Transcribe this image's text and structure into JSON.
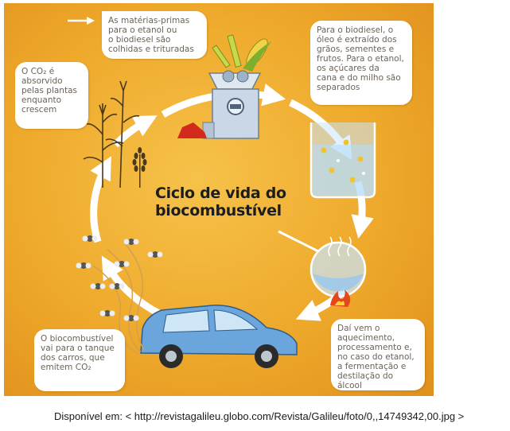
{
  "title": {
    "line1": "Ciclo de vida do",
    "line2": "biocombustível"
  },
  "notes": {
    "top": [
      "As matérias-primas",
      "para o etanol ou",
      "o biodiesel são",
      "colhidas e trituradas"
    ],
    "top_right": [
      "Para o biodiesel, o",
      "óleo é extraído dos",
      "grãos, sementes e",
      "frutos. Para o etanol,",
      "os açúcares da",
      "cana e do milho são",
      "separados"
    ],
    "left": [
      "O CO₂ é",
      "absorvido",
      "pelas plantas",
      "enquanto",
      "crescem"
    ],
    "bottom_left": [
      "O biocombustível",
      "vai para o tanque",
      "dos carros, que",
      "emitem CO₂"
    ],
    "bottom_right": [
      "Daí vem o",
      "aquecimento,",
      "processamento e,",
      "no caso do etanol,",
      "a fermentação e",
      "destilação do álcool"
    ]
  },
  "caption": "Disponível em: < http://revistagalileu.globo.com/Revista/Galileu/foto/0,,14749342,00.jpg >",
  "colors": {
    "background": "#eea92b",
    "cycle_arrow": "#ffffff",
    "car": "#6aa6dc",
    "crusher": "#c9d7e6",
    "residue": "#d42a1e",
    "title_text": "#1d1d1d",
    "note_text": "#6b6356"
  },
  "icons": [
    "white-arrow-icon",
    "crusher-machine-icon",
    "sugarcane-icon",
    "corn-icon",
    "beaker-icon",
    "distillation-flask-icon",
    "flame-icon",
    "car-icon",
    "exhaust-smoke-icon",
    "co2-molecule-icon",
    "corn-plant-icon",
    "wheat-plant-icon"
  ]
}
